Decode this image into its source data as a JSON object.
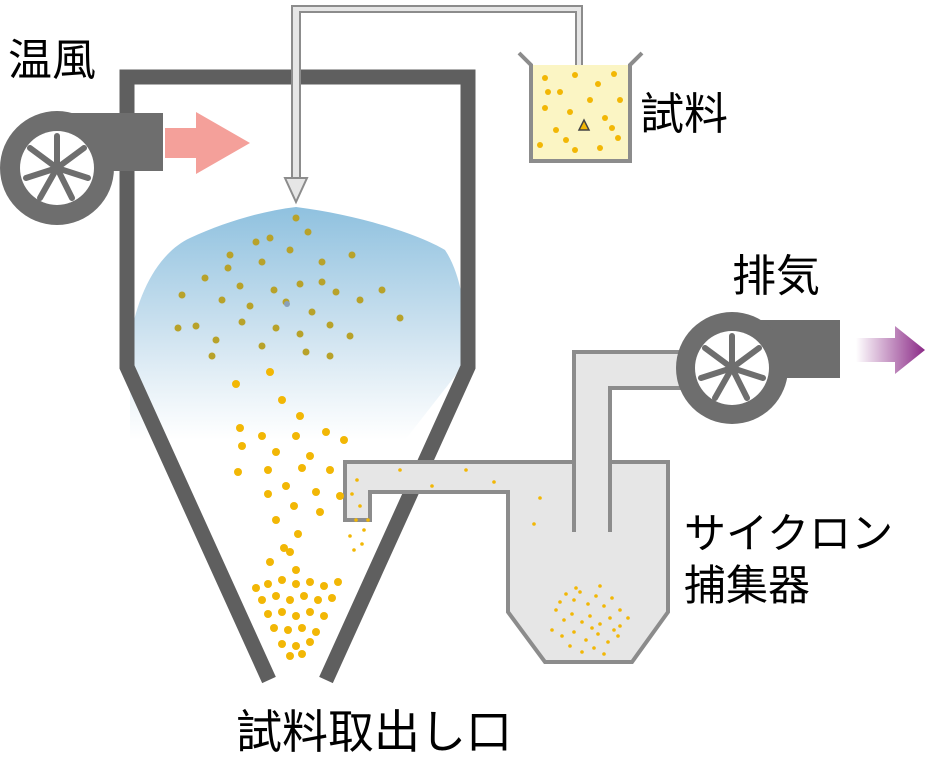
{
  "labels": {
    "hot_air": "温風",
    "sample": "試料",
    "exhaust": "排気",
    "cyclone_line1": "サイクロン",
    "cyclone_line2": "捕集器",
    "outlet": "試料取出し口"
  },
  "colors": {
    "wall": "#5f5f5f",
    "pipe_fill": "#e6e6e6",
    "pipe_stroke": "#8c8c8c",
    "particle": "#f2b705",
    "particle_dark": "#b8a22a",
    "spray_top": "#8fc1df",
    "spray_bottom": "#ffffff",
    "hot_air_arrow": "#f4a09a",
    "exhaust_arrow": "#8b2a87",
    "beaker_liquid": "#fbf5c4"
  },
  "icons": [
    "blower-fan-icon",
    "blower-fan-icon",
    "nozzle-icon",
    "beaker-icon"
  ]
}
